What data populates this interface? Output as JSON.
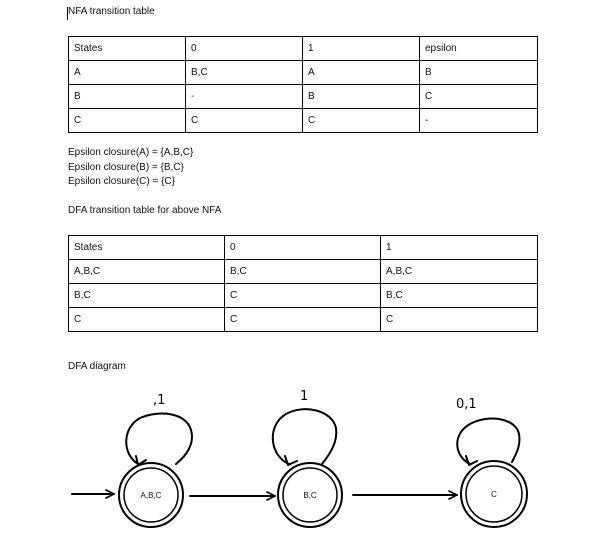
{
  "nfa": {
    "title": "NFA transition table",
    "headers": [
      "States",
      "0",
      "1",
      "epsilon"
    ],
    "rows": [
      [
        "A",
        "B,C",
        "A",
        "B"
      ],
      [
        "B",
        "-",
        "B",
        "C"
      ],
      [
        "C",
        "C",
        "C",
        "-"
      ]
    ]
  },
  "epsilon_closures": [
    "Epsilon closure(A) = {A,B,C}",
    "Epsilon closure(B) = {B,C}",
    "Epsilon closure(C) = {C}"
  ],
  "dfa": {
    "title": "DFA transition table for above NFA",
    "headers": [
      "States",
      "0",
      "1"
    ],
    "rows": [
      [
        "A,B,C",
        "B,C",
        "A,B,C"
      ],
      [
        "B,C",
        "C",
        "B,C"
      ],
      [
        "C",
        "C",
        "C"
      ]
    ]
  },
  "diagram": {
    "title": "DFA diagram",
    "states": [
      "A,B,C",
      "B,C",
      "C"
    ],
    "loop_labels": [
      ",1",
      "1",
      "0,1"
    ]
  }
}
